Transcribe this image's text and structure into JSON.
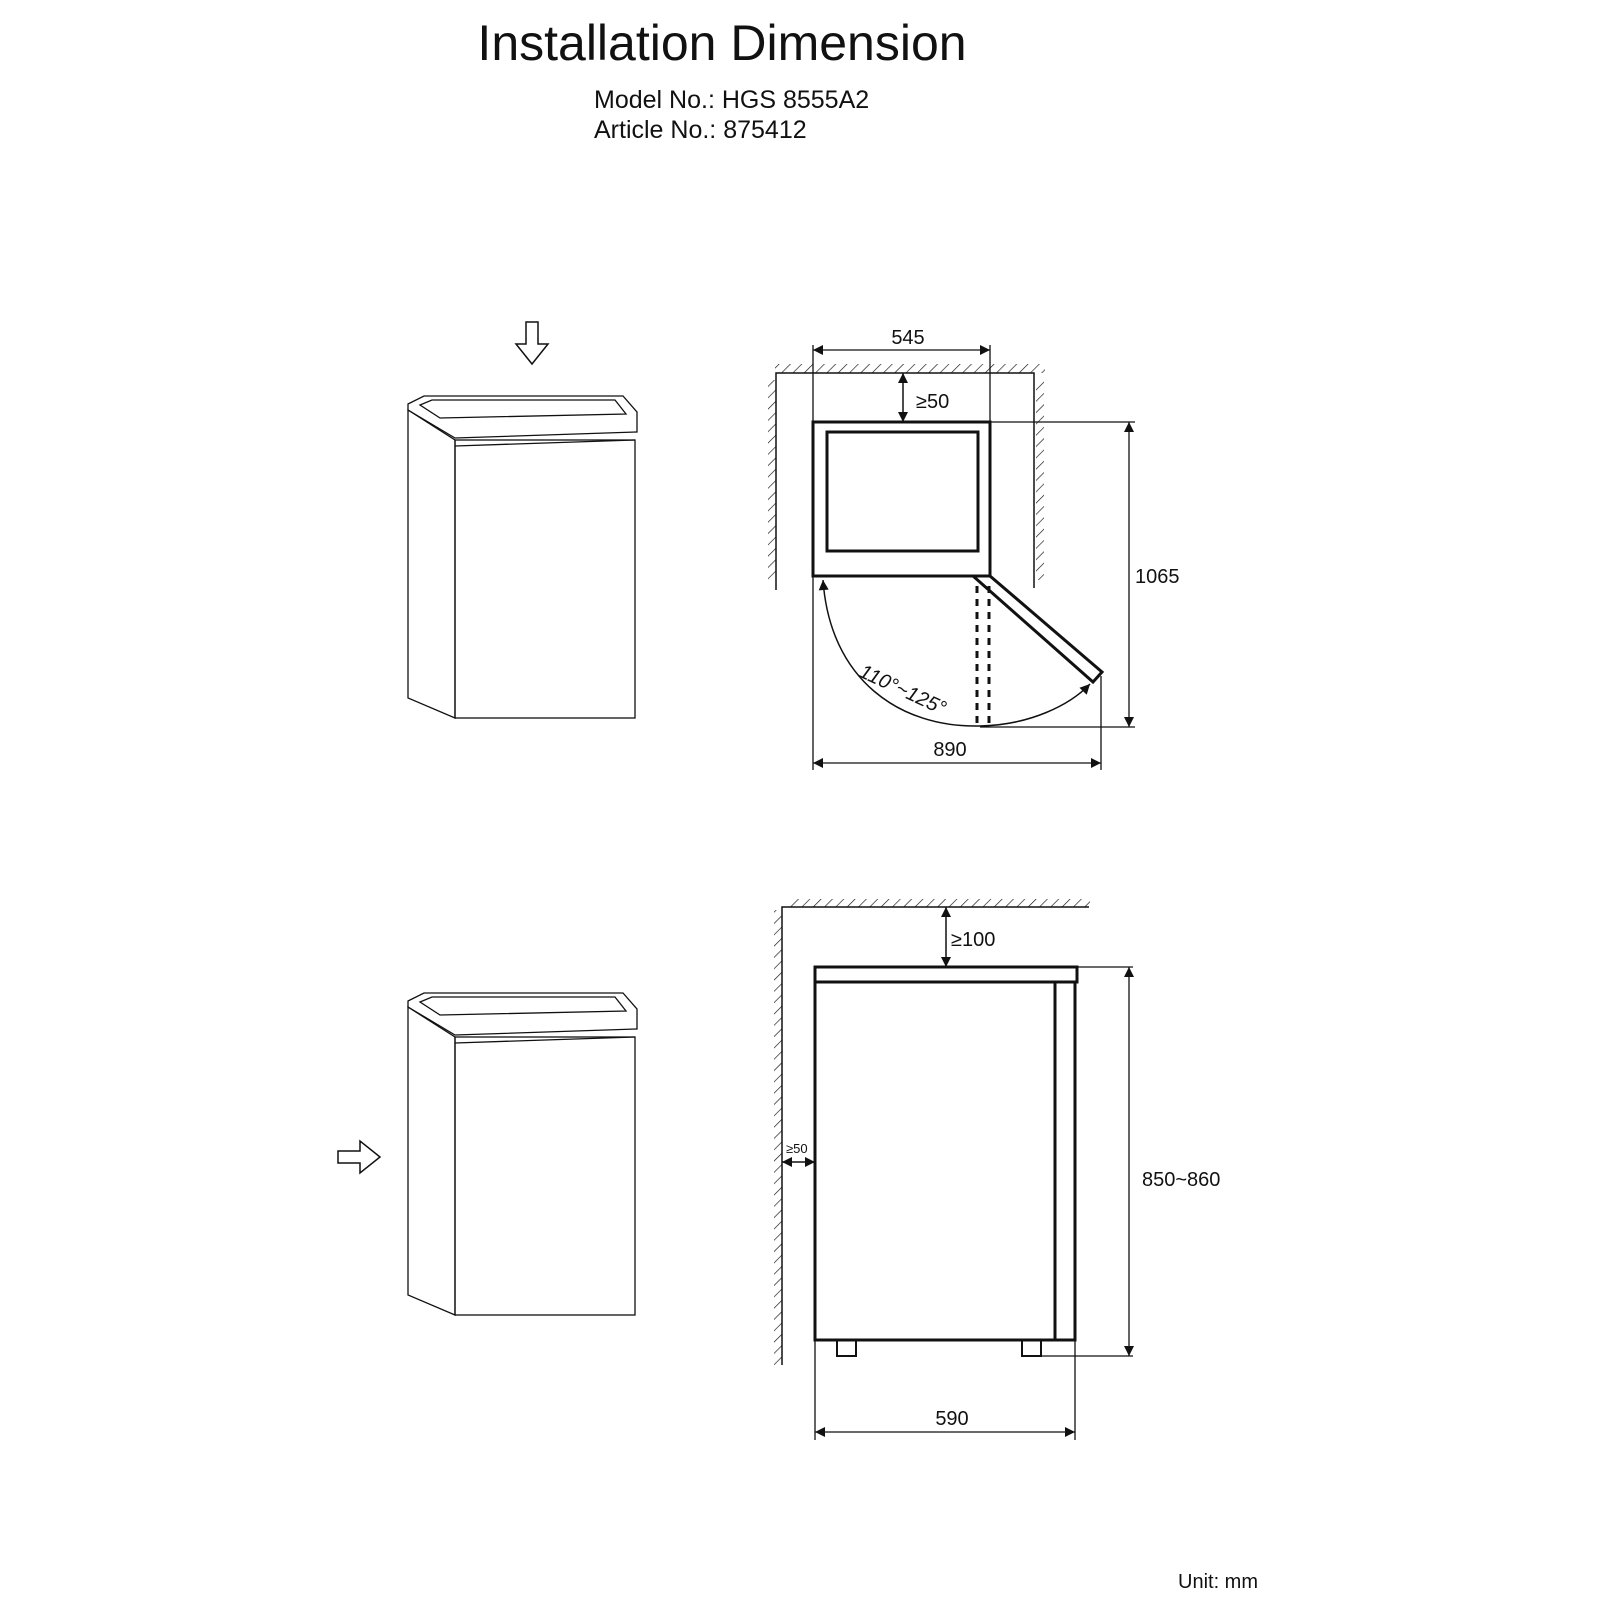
{
  "header": {
    "title": "Installation Dimension",
    "model": "Model No.: HGS 8555A2",
    "article": "Article No.: 875412"
  },
  "top_view": {
    "width": "545",
    "rear_clearance": "≥50",
    "depth_door_open": "1065",
    "width_door_open": "890",
    "door_angle": "110°~125°"
  },
  "side_view": {
    "top_clearance": "≥100",
    "rear_clearance": "≥50",
    "height": "850~860",
    "depth": "590"
  },
  "footer": {
    "unit": "Unit: mm"
  },
  "colors": {
    "line": "#111111",
    "background": "#ffffff"
  }
}
